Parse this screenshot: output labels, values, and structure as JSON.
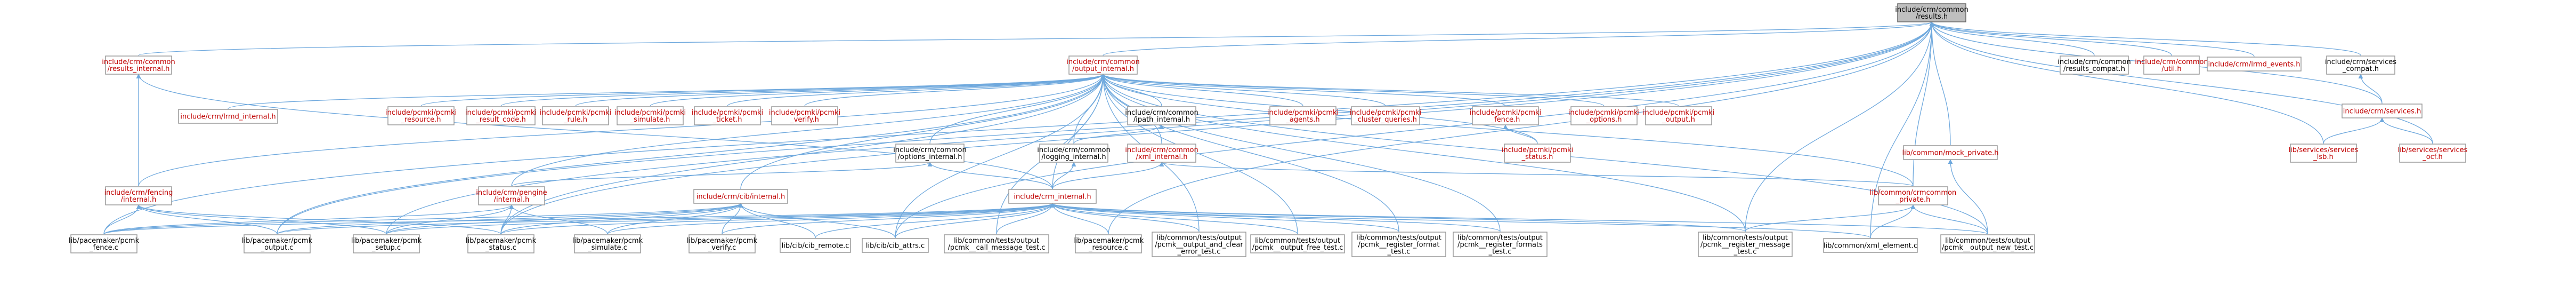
{
  "colors": {
    "edge": "#6ea8dd",
    "root_fill": "#bfbfbf",
    "link_text": "#c00000",
    "plain_text": "#000000"
  },
  "root": "include/crm/common/results.h",
  "nodes": [
    {
      "id": "root",
      "label": [
        "include/crm/common",
        "/results.h"
      ],
      "style": "root"
    },
    {
      "id": "results_internal",
      "label": [
        "include/crm/common",
        "/results_internal.h"
      ],
      "style": "red"
    },
    {
      "id": "output_internal",
      "label": [
        "include/crm/common",
        "/output_internal.h"
      ],
      "style": "red"
    },
    {
      "id": "results_compat",
      "label": [
        "include/crm/common",
        "/results_compat.h"
      ],
      "style": "black"
    },
    {
      "id": "util",
      "label": [
        "include/crm/common",
        "/util.h"
      ],
      "style": "red"
    },
    {
      "id": "lrmd_events",
      "label": [
        "include/crm/lrmd_events.h"
      ],
      "style": "red"
    },
    {
      "id": "services_compat",
      "label": [
        "include/crm/services",
        "_compat.h"
      ],
      "style": "black"
    },
    {
      "id": "lrmd_internal",
      "label": [
        "include/crm/lrmd_internal.h"
      ],
      "style": "red"
    },
    {
      "id": "pcmki_resource",
      "label": [
        "include/pcmki/pcmki",
        "_resource.h"
      ],
      "style": "red"
    },
    {
      "id": "pcmki_result_code",
      "label": [
        "include/pcmki/pcmki",
        "_result_code.h"
      ],
      "style": "red"
    },
    {
      "id": "pcmki_rule",
      "label": [
        "include/pcmki/pcmki",
        "_rule.h"
      ],
      "style": "red"
    },
    {
      "id": "pcmki_simulate",
      "label": [
        "include/pcmki/pcmki",
        "_simulate.h"
      ],
      "style": "red"
    },
    {
      "id": "pcmki_ticket",
      "label": [
        "include/pcmki/pcmki",
        "_ticket.h"
      ],
      "style": "red"
    },
    {
      "id": "pcmki_verify",
      "label": [
        "include/pcmki/pcmki",
        "_verify.h"
      ],
      "style": "red"
    },
    {
      "id": "ipath_internal",
      "label": [
        "include/crm/common",
        "/ipath_internal.h"
      ],
      "style": "black"
    },
    {
      "id": "pcmki_agents",
      "label": [
        "include/pcmki/pcmki",
        "_agents.h"
      ],
      "style": "red"
    },
    {
      "id": "pcmki_cluster_queries",
      "label": [
        "include/pcmki/pcmki",
        "_cluster_queries.h"
      ],
      "style": "red"
    },
    {
      "id": "pcmki_fence",
      "label": [
        "include/pcmki/pcmki",
        "_fence.h"
      ],
      "style": "red"
    },
    {
      "id": "pcmki_options",
      "label": [
        "include/pcmki/pcmki",
        "_options.h"
      ],
      "style": "red"
    },
    {
      "id": "pcmki_output",
      "label": [
        "include/pcmki/pcmki",
        "_output.h"
      ],
      "style": "red"
    },
    {
      "id": "services_h",
      "label": [
        "include/crm/services.h"
      ],
      "style": "red"
    },
    {
      "id": "options_internal",
      "label": [
        "include/crm/common",
        "/options_internal.h"
      ],
      "style": "black"
    },
    {
      "id": "logging_internal",
      "label": [
        "include/crm/common",
        "/logging_internal.h"
      ],
      "style": "black"
    },
    {
      "id": "xml_internal",
      "label": [
        "include/crm/common",
        "/xml_internal.h"
      ],
      "style": "red"
    },
    {
      "id": "pcmki_status",
      "label": [
        "include/pcmki/pcmki",
        "_status.h"
      ],
      "style": "red"
    },
    {
      "id": "mock_private",
      "label": [
        "lib/common/mock_private.h"
      ],
      "style": "red"
    },
    {
      "id": "services_lsb",
      "label": [
        "lib/services/services",
        "_lsb.h"
      ],
      "style": "red"
    },
    {
      "id": "services_ocf",
      "label": [
        "lib/services/services",
        "_ocf.h"
      ],
      "style": "red"
    },
    {
      "id": "fencing_internal",
      "label": [
        "include/crm/fencing",
        "/internal.h"
      ],
      "style": "red"
    },
    {
      "id": "pengine_internal",
      "label": [
        "include/crm/pengine",
        "/internal.h"
      ],
      "style": "red"
    },
    {
      "id": "cib_internal",
      "label": [
        "include/crm/cib/internal.h"
      ],
      "style": "red"
    },
    {
      "id": "crm_internal",
      "label": [
        "include/crm_internal.h"
      ],
      "style": "red"
    },
    {
      "id": "crmcommon_private",
      "label": [
        "lib/common/crmcommon",
        "_private.h"
      ],
      "style": "red"
    },
    {
      "id": "fence_c",
      "label": [
        "lib/pacemaker/pcmk",
        "_fence.c"
      ],
      "style": "black"
    },
    {
      "id": "output_c",
      "label": [
        "lib/pacemaker/pcmk",
        "_output.c"
      ],
      "style": "black"
    },
    {
      "id": "setup_c",
      "label": [
        "lib/pacemaker/pcmk",
        "_setup.c"
      ],
      "style": "black"
    },
    {
      "id": "status_c",
      "label": [
        "lib/pacemaker/pcmk",
        "_status.c"
      ],
      "style": "black"
    },
    {
      "id": "simulate_c",
      "label": [
        "lib/pacemaker/pcmk",
        "_simulate.c"
      ],
      "style": "black"
    },
    {
      "id": "verify_c",
      "label": [
        "lib/pacemaker/pcmk",
        "_verify.c"
      ],
      "style": "black"
    },
    {
      "id": "cib_remote_c",
      "label": [
        "lib/cib/cib_remote.c"
      ],
      "style": "black"
    },
    {
      "id": "cib_attrs_c",
      "label": [
        "lib/cib/cib_attrs.c"
      ],
      "style": "black"
    },
    {
      "id": "call_message_test",
      "label": [
        "lib/common/tests/output",
        "/pcmk__call_message_test.c"
      ],
      "style": "black"
    },
    {
      "id": "resource_c",
      "label": [
        "lib/pacemaker/pcmk",
        "_resource.c"
      ],
      "style": "black"
    },
    {
      "id": "output_and_clear",
      "label": [
        "lib/common/tests/output",
        "/pcmk__output_and_clear",
        "_error_test.c"
      ],
      "style": "black"
    },
    {
      "id": "output_free_test",
      "label": [
        "lib/common/tests/output",
        "/pcmk__output_free_test.c"
      ],
      "style": "black"
    },
    {
      "id": "register_format",
      "label": [
        "lib/common/tests/output",
        "/pcmk__register_format",
        "_test.c"
      ],
      "style": "black"
    },
    {
      "id": "register_formats",
      "label": [
        "lib/common/tests/output",
        "/pcmk__register_formats",
        "_test.c"
      ],
      "style": "black"
    },
    {
      "id": "register_message",
      "label": [
        "lib/common/tests/output",
        "/pcmk__register_message",
        "_test.c"
      ],
      "style": "black"
    },
    {
      "id": "xml_element_c",
      "label": [
        "lib/common/xml_element.c"
      ],
      "style": "black"
    },
    {
      "id": "output_new_test",
      "label": [
        "lib/common/tests/output",
        "/pcmk__output_new_test.c"
      ],
      "style": "black"
    }
  ],
  "edges": [
    [
      "root",
      "results_internal"
    ],
    [
      "root",
      "output_internal"
    ],
    [
      "root",
      "results_compat"
    ],
    [
      "root",
      "util"
    ],
    [
      "root",
      "lrmd_events"
    ],
    [
      "root",
      "services_compat"
    ],
    [
      "root",
      "services_h"
    ],
    [
      "root",
      "mock_private"
    ],
    [
      "root",
      "crmcommon_private"
    ],
    [
      "root",
      "services_lsb"
    ],
    [
      "root",
      "services_ocf"
    ],
    [
      "root",
      "xml_element_c"
    ],
    [
      "root",
      "fence_c"
    ],
    [
      "root",
      "output_c"
    ],
    [
      "root",
      "setup_c"
    ],
    [
      "root",
      "status_c"
    ],
    [
      "root",
      "cib_attrs_c"
    ],
    [
      "root",
      "resource_c"
    ],
    [
      "root",
      "register_message"
    ],
    [
      "results_internal",
      "fencing_internal"
    ],
    [
      "results_internal",
      "crm_internal"
    ],
    [
      "output_internal",
      "lrmd_internal"
    ],
    [
      "output_internal",
      "pcmki_resource"
    ],
    [
      "output_internal",
      "pcmki_result_code"
    ],
    [
      "output_internal",
      "pcmki_rule"
    ],
    [
      "output_internal",
      "pcmki_simulate"
    ],
    [
      "output_internal",
      "pcmki_ticket"
    ],
    [
      "output_internal",
      "pcmki_verify"
    ],
    [
      "output_internal",
      "ipath_internal"
    ],
    [
      "output_internal",
      "pcmki_agents"
    ],
    [
      "output_internal",
      "pcmki_cluster_queries"
    ],
    [
      "output_internal",
      "pcmki_fence"
    ],
    [
      "output_internal",
      "pcmki_options"
    ],
    [
      "output_internal",
      "pcmki_output"
    ],
    [
      "output_internal",
      "options_internal"
    ],
    [
      "output_internal",
      "logging_internal"
    ],
    [
      "output_internal",
      "xml_internal"
    ],
    [
      "output_internal",
      "pcmki_status"
    ],
    [
      "output_internal",
      "fencing_internal"
    ],
    [
      "output_internal",
      "pengine_internal"
    ],
    [
      "output_internal",
      "cib_internal"
    ],
    [
      "output_internal",
      "crm_internal"
    ],
    [
      "output_internal",
      "crmcommon_private"
    ],
    [
      "output_internal",
      "call_message_test"
    ],
    [
      "output_internal",
      "output_and_clear"
    ],
    [
      "output_internal",
      "output_free_test"
    ],
    [
      "output_internal",
      "register_format"
    ],
    [
      "output_internal",
      "register_formats"
    ],
    [
      "output_internal",
      "register_message"
    ],
    [
      "output_internal",
      "output_new_test"
    ],
    [
      "output_internal",
      "cib_attrs_c"
    ],
    [
      "output_internal",
      "status_c"
    ],
    [
      "output_internal",
      "output_c"
    ],
    [
      "services_compat",
      "services_h"
    ],
    [
      "services_h",
      "services_lsb"
    ],
    [
      "services_h",
      "services_ocf"
    ],
    [
      "pcmki_fence",
      "pcmki_status"
    ],
    [
      "ipath_internal",
      "logging_internal"
    ],
    [
      "options_internal",
      "crm_internal"
    ],
    [
      "options_internal",
      "pengine_internal"
    ],
    [
      "logging_internal",
      "crm_internal"
    ],
    [
      "xml_internal",
      "crm_internal"
    ],
    [
      "xml_internal",
      "crmcommon_private"
    ],
    [
      "mock_private",
      "output_new_test"
    ],
    [
      "fencing_internal",
      "fence_c"
    ],
    [
      "fencing_internal",
      "output_c"
    ],
    [
      "fencing_internal",
      "setup_c"
    ],
    [
      "fencing_internal",
      "status_c"
    ],
    [
      "pengine_internal",
      "fence_c"
    ],
    [
      "pengine_internal",
      "status_c"
    ],
    [
      "pengine_internal",
      "simulate_c"
    ],
    [
      "pengine_internal",
      "setup_c"
    ],
    [
      "cib_internal",
      "fence_c"
    ],
    [
      "cib_internal",
      "output_c"
    ],
    [
      "cib_internal",
      "setup_c"
    ],
    [
      "cib_internal",
      "status_c"
    ],
    [
      "cib_internal",
      "simulate_c"
    ],
    [
      "cib_internal",
      "verify_c"
    ],
    [
      "cib_internal",
      "cib_remote_c"
    ],
    [
      "cib_internal",
      "cib_attrs_c"
    ],
    [
      "crm_internal",
      "fence_c"
    ],
    [
      "crm_internal",
      "output_c"
    ],
    [
      "crm_internal",
      "setup_c"
    ],
    [
      "crm_internal",
      "status_c"
    ],
    [
      "crm_internal",
      "simulate_c"
    ],
    [
      "crm_internal",
      "verify_c"
    ],
    [
      "crm_internal",
      "cib_remote_c"
    ],
    [
      "crm_internal",
      "cib_attrs_c"
    ],
    [
      "crm_internal",
      "call_message_test"
    ],
    [
      "crm_internal",
      "resource_c"
    ],
    [
      "crm_internal",
      "output_and_clear"
    ],
    [
      "crm_internal",
      "output_free_test"
    ],
    [
      "crm_internal",
      "register_format"
    ],
    [
      "crm_internal",
      "register_formats"
    ],
    [
      "crm_internal",
      "register_message"
    ],
    [
      "crm_internal",
      "xml_element_c"
    ],
    [
      "crm_internal",
      "output_new_test"
    ],
    [
      "crmcommon_private",
      "register_message"
    ],
    [
      "crmcommon_private",
      "xml_element_c"
    ],
    [
      "crmcommon_private",
      "output_new_test"
    ]
  ]
}
